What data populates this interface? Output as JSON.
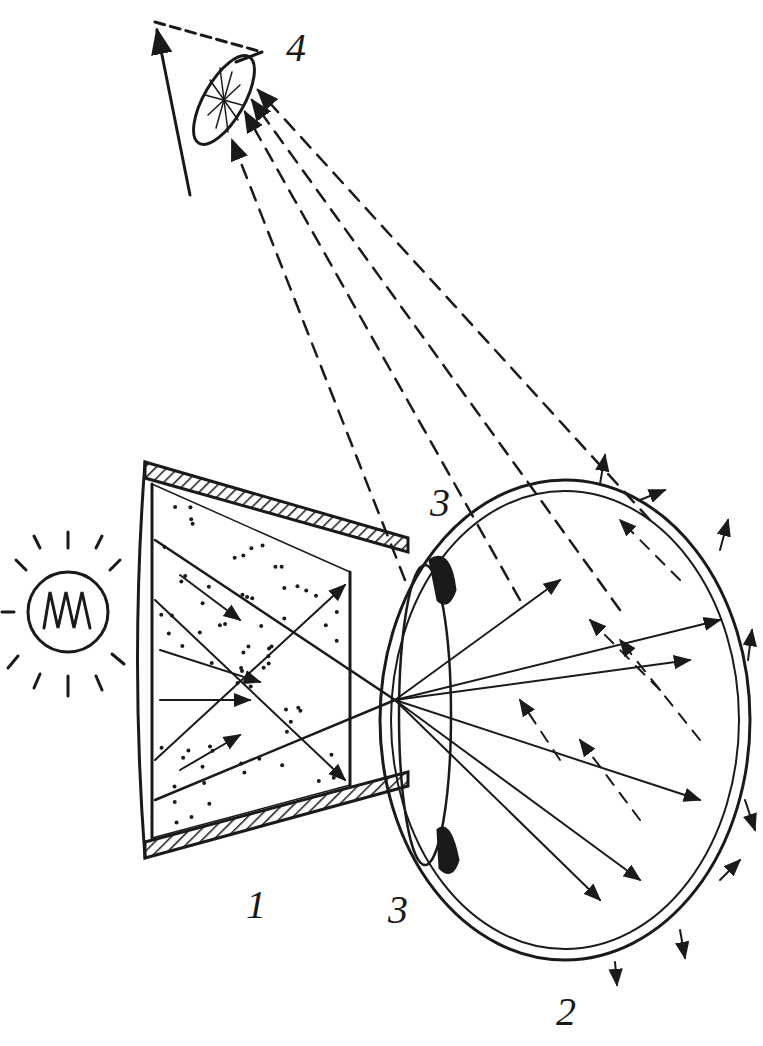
{
  "diagram": {
    "labels": [
      "4",
      "3",
      "1",
      "3",
      "2"
    ]
  }
}
